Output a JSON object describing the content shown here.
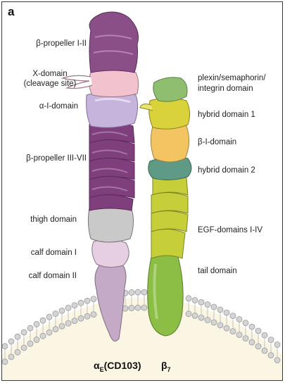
{
  "panel_label": "a",
  "alpha_chain": {
    "greek": "α",
    "subscript": "E",
    "name": "(CD103)",
    "domains": [
      {
        "label": "β-propeller I-II",
        "color": "#8b4f88"
      },
      {
        "label": "X-domain",
        "sublabel": "(cleavage site)",
        "color": "#f2c3cf"
      },
      {
        "label": "α-I-domain",
        "color": "#c6b4dc"
      },
      {
        "label": "β-propeller III-VII",
        "color": "#7e3f7c"
      },
      {
        "label": "thigh domain",
        "color": "#c9c9c9"
      },
      {
        "label": "calf domain I",
        "color": "#e6cfe2"
      },
      {
        "label": "calf domain II",
        "color": "#c4aac6"
      }
    ]
  },
  "beta_chain": {
    "greek": "β",
    "subscript": "7",
    "domains": [
      {
        "label": "plexin/semaphorin/",
        "label2": "integrin domain",
        "color": "#8fbf6e"
      },
      {
        "label": "hybrid domain 1",
        "color": "#d9d23a"
      },
      {
        "label": "β-I-domain",
        "color": "#f2c462"
      },
      {
        "label": "hybrid domain 2",
        "color": "#5e9a86"
      },
      {
        "label": "EGF-domains I-IV",
        "color": "#c6cf3a"
      },
      {
        "label": "tail domain",
        "color": "#8cbd45"
      }
    ]
  },
  "membrane": {
    "head_color": "#d4d4d4",
    "cell_color": "#fbf6e3"
  }
}
